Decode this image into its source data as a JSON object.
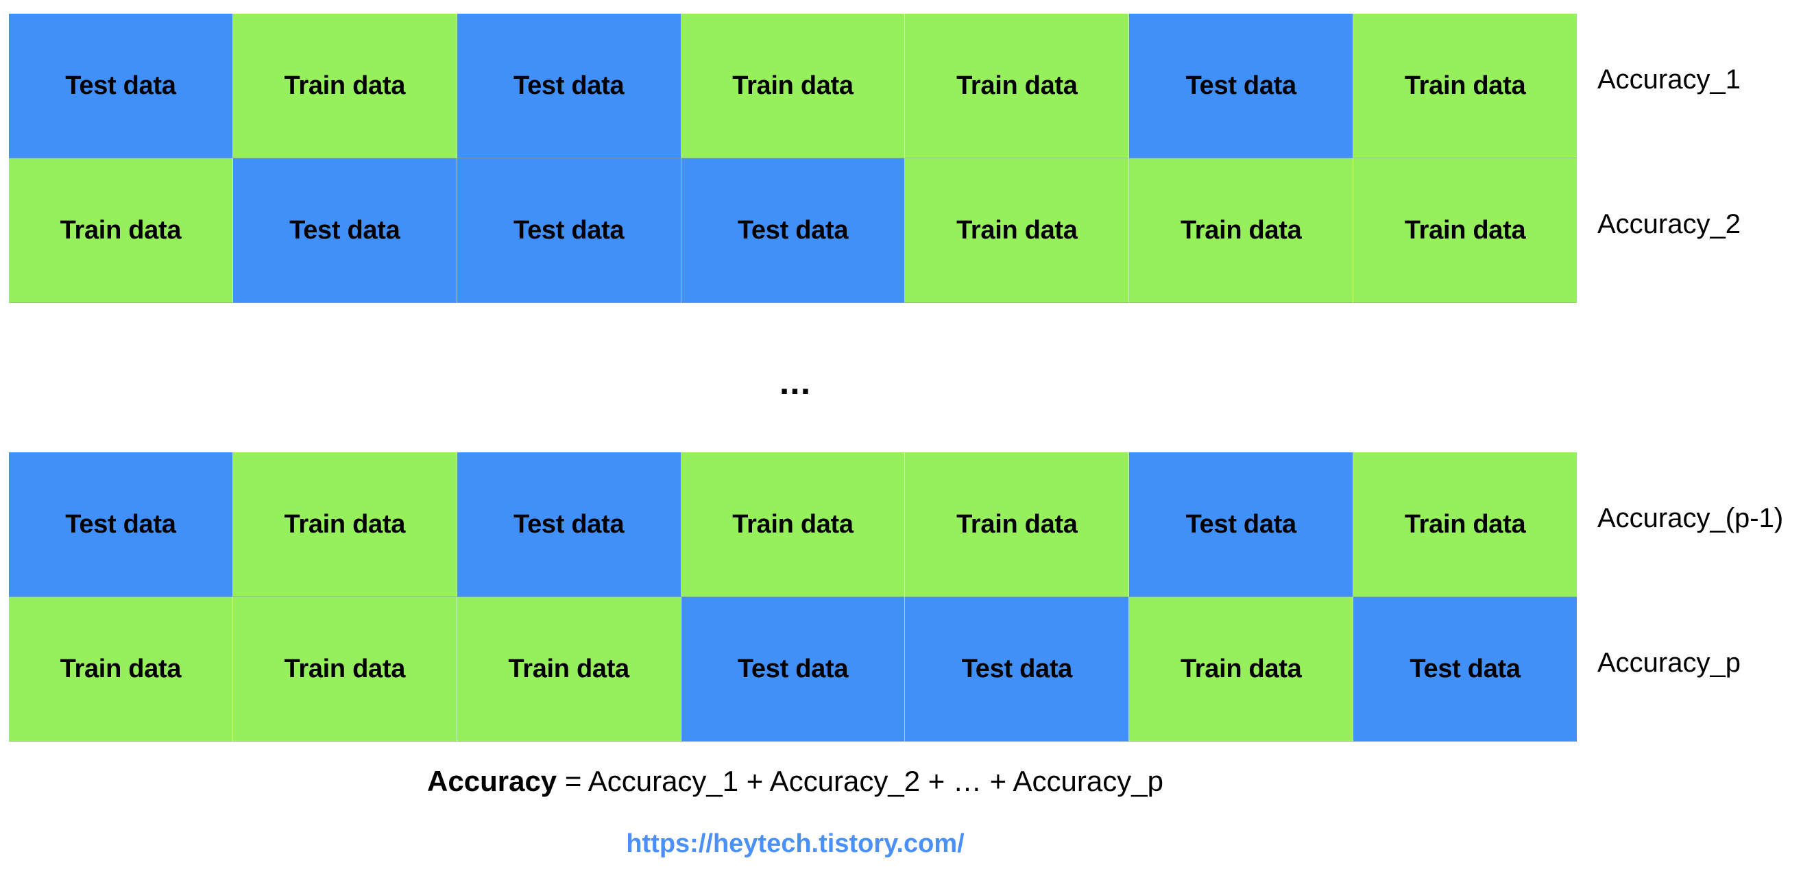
{
  "diagram": {
    "title_text": "",
    "colors": {
      "test_fill": "#4190f8",
      "train_fill": "#96f05b",
      "text": "#000000",
      "link": "#4a90f8",
      "background": "#ffffff"
    },
    "cell_labels": {
      "test": "Test data",
      "train": "Train data"
    },
    "folds": [
      {
        "label": "Accuracy_1",
        "cells": [
          {
            "type": "test",
            "text": "Test data"
          },
          {
            "type": "train",
            "text": "Train data"
          },
          {
            "type": "test",
            "text": "Test data"
          },
          {
            "type": "train",
            "text": "Train data"
          },
          {
            "type": "train",
            "text": "Train data"
          },
          {
            "type": "test",
            "text": "Test data"
          },
          {
            "type": "train",
            "text": "Train data"
          }
        ]
      },
      {
        "label": "Accuracy_2",
        "cells": [
          {
            "type": "train",
            "text": "Train data"
          },
          {
            "type": "test",
            "text": "Test data"
          },
          {
            "type": "test",
            "text": "Test data"
          },
          {
            "type": "test",
            "text": "Test data"
          },
          {
            "type": "train",
            "text": "Train data"
          },
          {
            "type": "train",
            "text": "Train data"
          },
          {
            "type": "train",
            "text": "Train data"
          }
        ]
      },
      {
        "label": "Accuracy_(p-1)",
        "cells": [
          {
            "type": "test",
            "text": "Test data"
          },
          {
            "type": "train",
            "text": "Train data"
          },
          {
            "type": "test",
            "text": "Test data"
          },
          {
            "type": "train",
            "text": "Train data"
          },
          {
            "type": "train",
            "text": "Train data"
          },
          {
            "type": "test",
            "text": "Test data"
          },
          {
            "type": "train",
            "text": "Train data"
          }
        ]
      },
      {
        "label": "Accuracy_p",
        "cells": [
          {
            "type": "train",
            "text": "Train data"
          },
          {
            "type": "train",
            "text": "Train data"
          },
          {
            "type": "train",
            "text": "Train data"
          },
          {
            "type": "test",
            "text": "Test data"
          },
          {
            "type": "test",
            "text": "Test data"
          },
          {
            "type": "train",
            "text": "Train data"
          },
          {
            "type": "test",
            "text": "Test data"
          }
        ]
      }
    ],
    "ellipsis": "...",
    "formula": {
      "term_bold": "Accuracy",
      "expression": " = Accuracy_1 + Accuracy_2 + … + Accuracy_p"
    },
    "source_url": "https://heytech.tistory.com/"
  }
}
